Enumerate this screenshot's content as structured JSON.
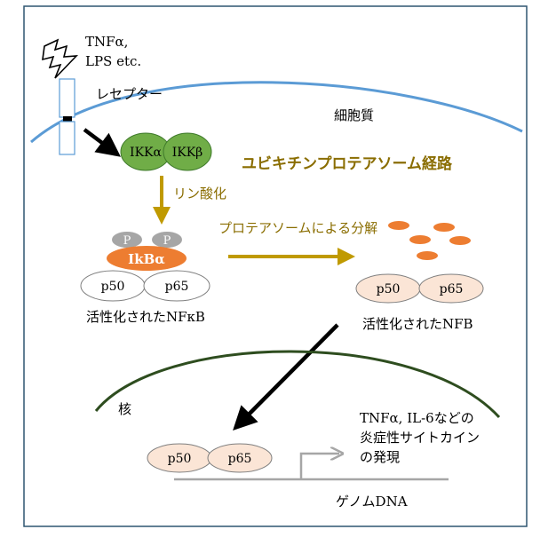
{
  "stimulus": {
    "line1": "TNFα,",
    "line2": "LPS etc."
  },
  "labels": {
    "receptor": "レセプター",
    "cytoplasm": "細胞質",
    "ikk_alpha": "IKKα",
    "ikk_beta": "IKKβ",
    "pathway": "ユビキチンプロテアソーム経路",
    "phosphorylation": "リン酸化",
    "phospho": "P",
    "ikb": "IkBα",
    "degradation": "プロテアソームによる分解",
    "p50": "p50",
    "p65": "p65",
    "activated_nfkb_left": "活性化されたNFκB",
    "activated_nfkb_right": "活性化されたNFB",
    "nucleus": "核",
    "expression_line1": "TNFα, IL-6などの",
    "expression_line2": "炎症性サイトカイン",
    "expression_line3": "の発現",
    "genome": "ゲノムDNA"
  },
  "colors": {
    "frame": "#2f5570",
    "cell_membrane": "#5b9bd5",
    "nuclear_membrane": "#2e4d1f",
    "ikk_fill": "#70ad47",
    "ikk_stroke": "#3e7a2a",
    "pathway_text": "#8a6d00",
    "gold_arrow": "#c09a00",
    "ikb_fill": "#ed7d31",
    "phospho_fill": "#a6a6a6",
    "nfkb_active_fill": "#fbe5d6",
    "fragment_fill": "#ed7d31"
  }
}
